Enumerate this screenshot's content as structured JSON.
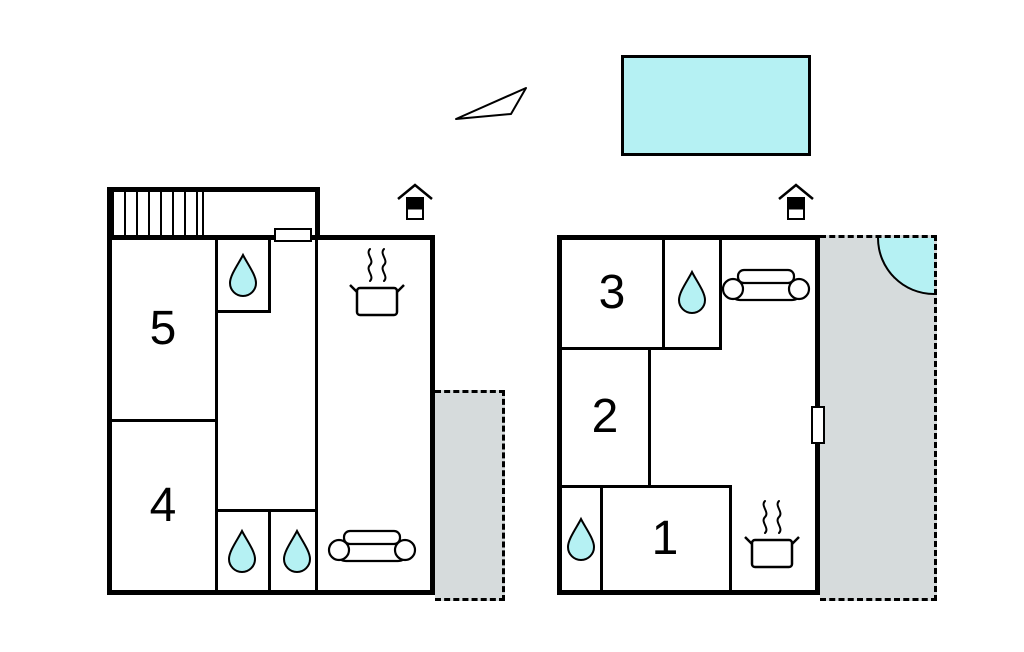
{
  "colors": {
    "water": "#b5f1f3",
    "terrace": "#d6dbdc",
    "wall": "#000000",
    "paper": "#ffffff"
  },
  "buildings": {
    "left": {
      "rooms": [
        {
          "id": "room-5",
          "label": "5"
        },
        {
          "id": "room-4",
          "label": "4"
        }
      ]
    },
    "right": {
      "rooms": [
        {
          "id": "room-3",
          "label": "3"
        },
        {
          "id": "room-2",
          "label": "2"
        },
        {
          "id": "room-1",
          "label": "1"
        }
      ]
    }
  },
  "icons": {
    "water_drop": "teardrop",
    "sofa": "sofa-top-view",
    "stove": "pot-with-steam",
    "fireplace": "house-with-chimney",
    "staircase": "hatched-strip",
    "north_arrow": "triangle-pointer",
    "pool": "cyan-rectangle",
    "terrace": "gray-dashed-area"
  }
}
